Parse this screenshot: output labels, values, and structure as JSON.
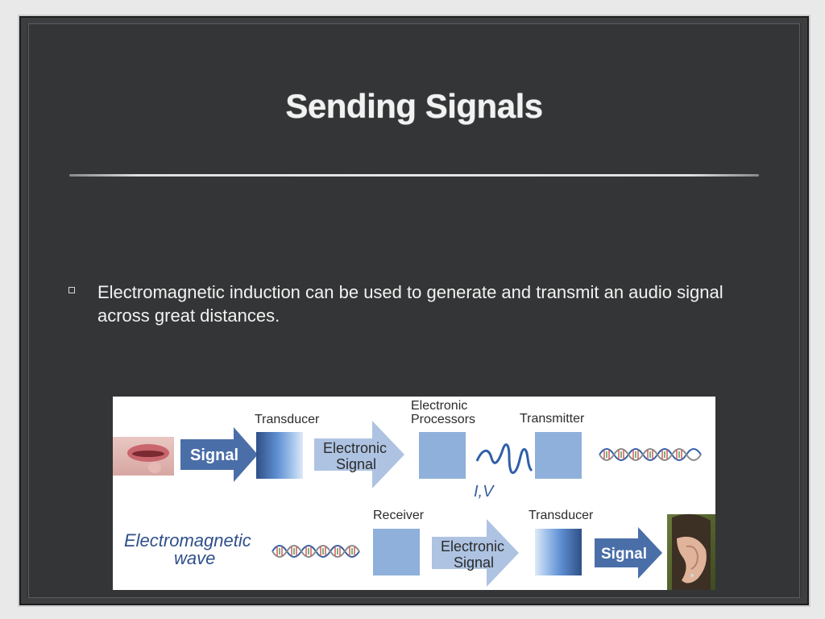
{
  "slide": {
    "title": "Sending Signals",
    "bullet": "Electromagnetic induction can be used to generate and transmit an audio signal across great distances."
  },
  "diagram": {
    "row1": {
      "signal_arrow": "Signal",
      "transducer": "Transducer",
      "electronic_signal_line1": "Electronic",
      "electronic_signal_line2": "Signal",
      "processors_line1": "Electronic",
      "processors_line2": "Processors",
      "iv_label": "I,V",
      "transmitter": "Transmitter"
    },
    "row2": {
      "em_wave_line1": "Electromagnetic",
      "em_wave_line2": "wave",
      "receiver": "Receiver",
      "electronic_signal_line1": "Electronic",
      "electronic_signal_line2": "Signal",
      "transducer": "Transducer",
      "signal_arrow": "Signal"
    },
    "colors": {
      "arrow": "#4a6ea8",
      "light_arrow": "#aec3e2",
      "box": "#8fb0da",
      "em_text": "#2f4f8a"
    }
  }
}
